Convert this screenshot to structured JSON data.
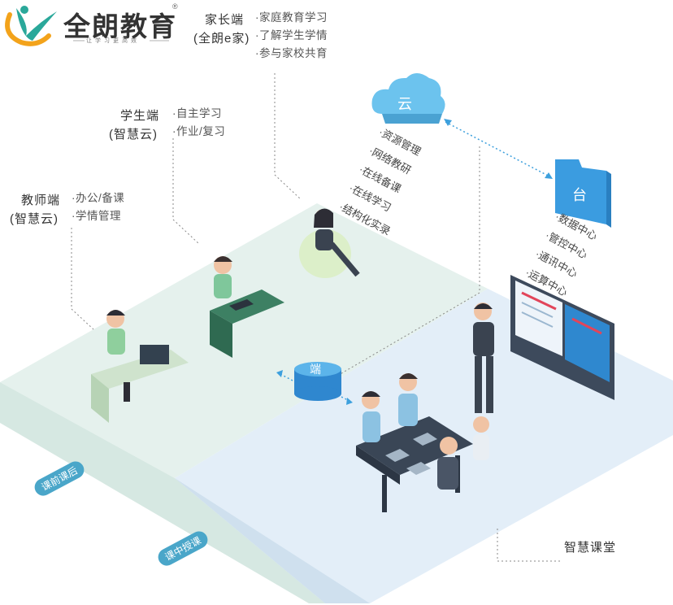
{
  "logo": {
    "brand": "全朗教育",
    "slogan": "让学习更高效",
    "registered": "®"
  },
  "roles": [
    {
      "title": "家长端",
      "subtitle": "(全朗e家)",
      "bullets": [
        "·家庭教育学习",
        "·了解学生学情",
        "·参与家校共育"
      ]
    },
    {
      "title": "学生端",
      "subtitle": "(智慧云)",
      "bullets": [
        "·自主学习",
        "·作业/复习"
      ]
    },
    {
      "title": "教师端",
      "subtitle": "(智慧云)",
      "bullets": [
        "·办公/备课",
        "·学情管理"
      ]
    }
  ],
  "cloud": {
    "label": "云",
    "items": [
      "·资源管理",
      "·网络教研",
      "·在线备课",
      "·在线学习",
      "·结构化实录"
    ]
  },
  "platform": {
    "label": "台",
    "items": [
      "·数据中心",
      "·管控中心",
      "·通讯中心",
      "·运算中心"
    ]
  },
  "terminal": {
    "label": "端"
  },
  "zones": {
    "before_after": "课前课后",
    "in_class": "课中授课",
    "smart_classroom": "智慧课堂"
  },
  "colors": {
    "accent_blue": "#2a8fd6",
    "cloud_blue": "#6cc3ee",
    "floor_green": "#e3f0ec",
    "floor_blue": "#e4eff8",
    "logo_orange": "#f3a31b",
    "logo_teal": "#2aa89a"
  }
}
